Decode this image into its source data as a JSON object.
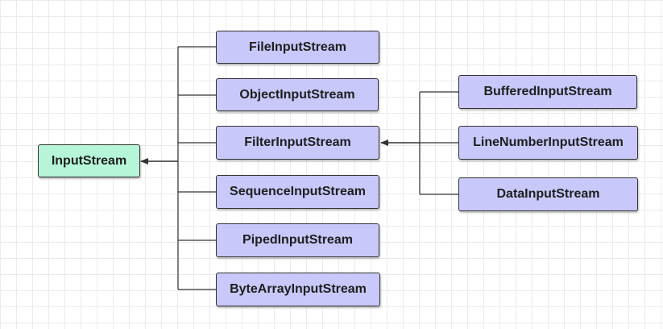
{
  "diagram": {
    "root": {
      "label": "InputStream"
    },
    "subclasses": [
      {
        "label": "FileInputStream"
      },
      {
        "label": "ObjectInputStream"
      },
      {
        "label": "FilterInputStream"
      },
      {
        "label": "SequenceInputStream"
      },
      {
        "label": "PipedInputStream"
      },
      {
        "label": "ByteArrayInputStream"
      }
    ],
    "filter_subclasses": [
      {
        "label": "BufferedInputStream"
      },
      {
        "label": "LineNumberInputStream"
      },
      {
        "label": "DataInputStream"
      }
    ],
    "colors": {
      "root_fill": "#b6f5d8",
      "child_fill": "#c8c8fa",
      "border": "#333333",
      "connector": "#333333"
    }
  }
}
